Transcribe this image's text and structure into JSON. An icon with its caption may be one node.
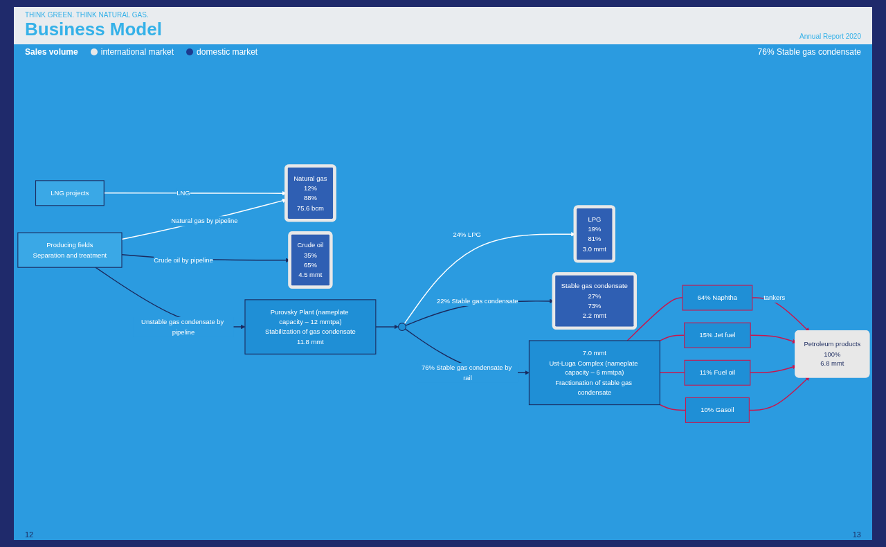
{
  "diagram": {
    "title": "Business Model",
    "nodes": [
      {
        "text": [
          "LNG projects"
        ]
      },
      {
        "text": [
          "Producing fields",
          "Separation and treatment"
        ]
      },
      {
        "text": [
          "Natural gas",
          "12%",
          "88%",
          "75.6 bcm"
        ]
      },
      {
        "text": [
          "Crude oil",
          "35%",
          "65%",
          "4.5 mmt"
        ]
      },
      {
        "text": [
          "LPG",
          "19%",
          "81%",
          "3.0 mmt"
        ]
      },
      {
        "text": [
          "Purovsky Plant (nameplate capacity – 12 mmtpa)",
          "Stabilization of gas condensate",
          "11.8 mmt"
        ]
      },
      {
        "text": [],
        "shape": "circle"
      },
      {
        "text": [
          "Stable gas condensate",
          "27%",
          "73%",
          "2.2 mmt"
        ]
      },
      {
        "text": [
          "7.0 mmt",
          "Ust-Luga Complex (nameplate capacity – 6 mmtpa)",
          "Fractionation of stable gas condensate"
        ]
      },
      {
        "text": [
          "Petroleum products",
          "100%",
          "6.8 mmt"
        ]
      },
      {
        "text": [
          "64% Naphtha"
        ]
      },
      {
        "text": [
          "15% Jet fuel"
        ]
      },
      {
        "text": [
          "11% Fuel oil"
        ]
      },
      {
        "text": [
          "10% Gasoil"
        ]
      }
    ],
    "edges": [
      {
        "from": 0,
        "to": 2,
        "arrow": "to",
        "label": "LNG",
        "color": "#ffffff"
      },
      {
        "from": 1,
        "to": 2,
        "arrow": "to",
        "label": "Natural gas by pipeline",
        "color": "#ffffff"
      },
      {
        "from": 1,
        "to": 3,
        "arrow": "to",
        "label": "Crude oil by pipeline",
        "color": "#1b2a5e"
      },
      {
        "from": 1,
        "to": 5,
        "arrow": "to",
        "label": "Unstable gas condensate by pipeline",
        "color": "#1b2a5e"
      },
      {
        "from": 5,
        "to": 6,
        "arrow": "to",
        "color": "#1b2a5e"
      },
      {
        "from": 6,
        "to": 4,
        "arrow": "to",
        "label": "24% LPG",
        "color": "#ffffff"
      },
      {
        "from": 6,
        "to": 7,
        "arrow": "to",
        "label": "22% Stable gas condensate",
        "color": "#1b2a5e"
      },
      {
        "from": 6,
        "to": 8,
        "arrow": "to",
        "label": "76% Stable gas condensate by rail",
        "color": "#1b2a5e"
      },
      {
        "from": 8,
        "to": 10,
        "arrow": "none",
        "color": "#c8174e"
      },
      {
        "from": 8,
        "to": 11,
        "arrow": "none",
        "color": "#c8174e"
      },
      {
        "from": 8,
        "to": 12,
        "arrow": "none",
        "color": "#c8174e"
      },
      {
        "from": 8,
        "to": 13,
        "arrow": "none",
        "color": "#c8174e"
      },
      {
        "from": 10,
        "to": 9,
        "arrow": "to",
        "label": "tankers",
        "color": "#c8174e"
      },
      {
        "from": 11,
        "to": 9,
        "arrow": "to",
        "color": "#c8174e"
      },
      {
        "from": 12,
        "to": 9,
        "arrow": "to",
        "color": "#c8174e"
      },
      {
        "from": 13,
        "to": 9,
        "arrow": "to",
        "color": "#c8174e"
      }
    ],
    "labels": [
      "THINK GREEN. THINK NATURAL GAS.",
      "Annual Report 2020",
      "Sales volume",
      "76% Stable gas condensate",
      "12",
      "13"
    ],
    "legend": [
      {
        "text": "international market",
        "color": "#e8e8e8"
      },
      {
        "text": "domestic market",
        "color": "#1c3a8f"
      }
    ]
  }
}
